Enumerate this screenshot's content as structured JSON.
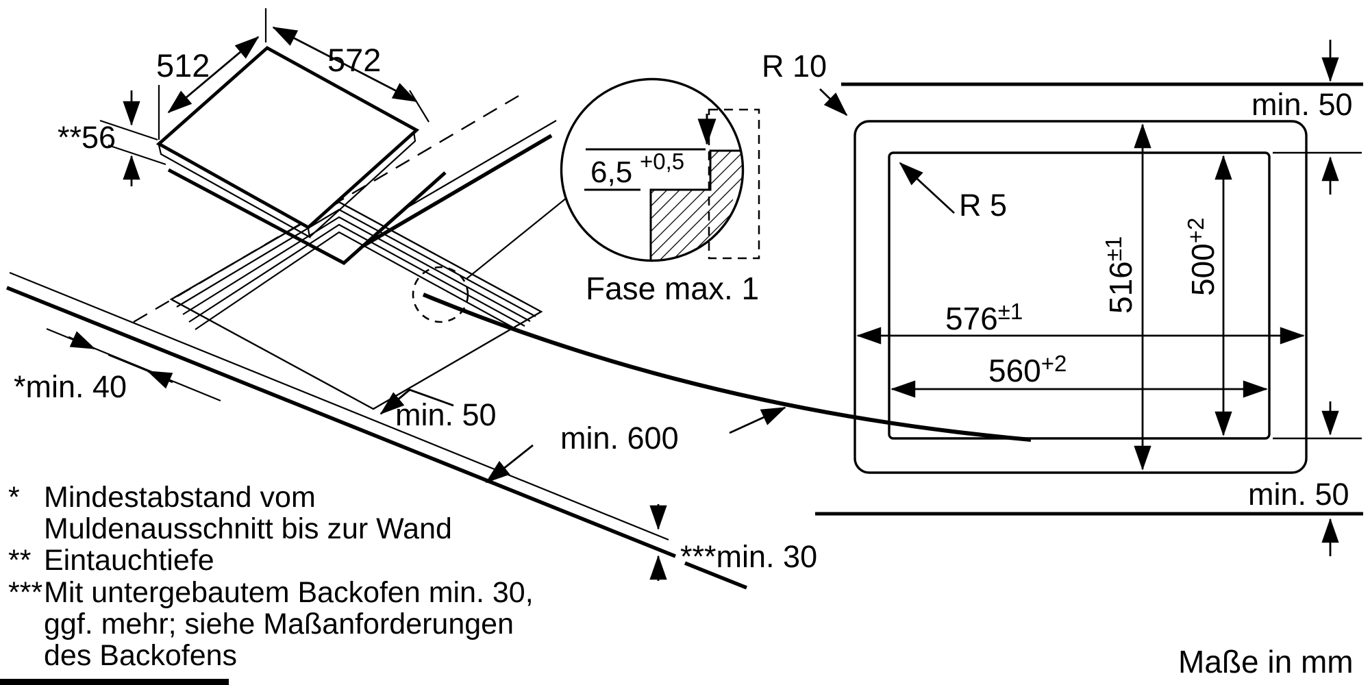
{
  "page": {
    "units_note": "Maße in mm",
    "line_color": "#000000",
    "background": "#ffffff"
  },
  "hob_view": {
    "width_label": "572",
    "depth_label": "512",
    "install_depth_label": "**56",
    "side_clearance_label": "*min. 40",
    "rear_clearance_label": "min. 50",
    "worktop_depth_label": "min. 600",
    "worktop_thickness_label": "***min. 30"
  },
  "detail_view": {
    "recess_depth": "6,5",
    "recess_depth_tolerance": "+0,5",
    "chamfer_note": "Fase max. 1"
  },
  "cutout_view": {
    "outer_radius": "R 10",
    "inner_radius": "R 5",
    "top_clearance": "min. 50",
    "bottom_clearance": "min. 50",
    "recess_height": "516",
    "recess_height_tol": "±1",
    "cutout_height": "500",
    "cutout_height_tol": "+2",
    "recess_width": "576",
    "recess_width_tol": "±1",
    "cutout_width": "560",
    "cutout_width_tol": "+2"
  },
  "footnotes": [
    {
      "marker": "*",
      "text": "Mindestabstand vom"
    },
    {
      "marker": "",
      "text": "Muldenausschnitt bis zur Wand"
    },
    {
      "marker": "**",
      "text": "Eintauchtiefe"
    },
    {
      "marker": "***",
      "text": "Mit untergebautem Backofen min. 30,"
    },
    {
      "marker": "",
      "text": "ggf. mehr; siehe Maßanforderungen"
    },
    {
      "marker": "",
      "text": "des Backofens"
    }
  ]
}
